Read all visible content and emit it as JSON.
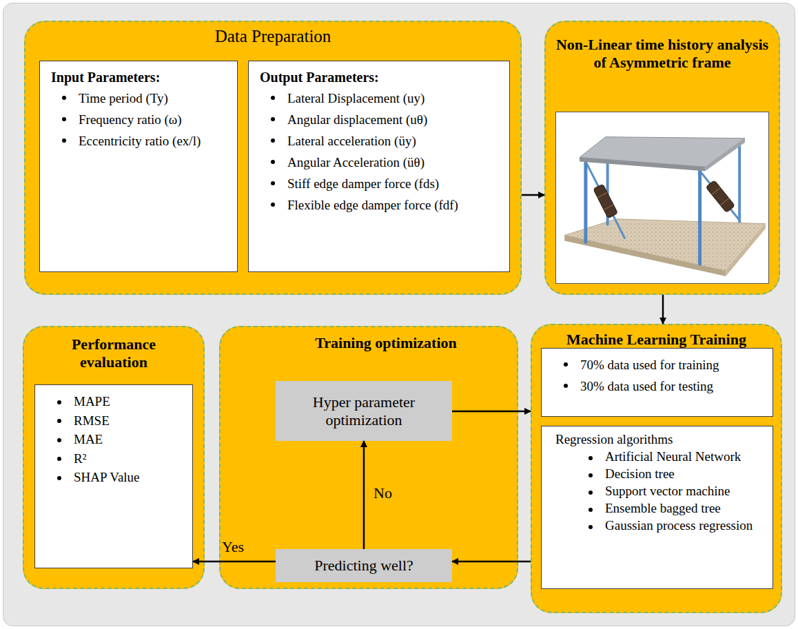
{
  "diagram": {
    "nodes": [
      {
        "text": [
          "Data Preparation"
        ]
      },
      {
        "text": [
          "Input Parameters:",
          "Time period (Ty)",
          "Frequency ratio (ω)",
          "Eccentricity ratio (ex/l)"
        ],
        "in": 0
      },
      {
        "text": [
          "Output Parameters:",
          "Lateral Displacement (uy)",
          "Angular displacement (uθ)",
          "Lateral acceleration (üy)",
          "Angular Acceleration (üθ)",
          "Stiff edge damper force (fds)",
          "Flexible edge damper force (fdf)"
        ],
        "in": 0
      },
      {
        "text": [
          "Non-Linear time history analysis of Asymmetric frame"
        ]
      },
      {
        "text": [
          "Machine Learning Training"
        ]
      },
      {
        "text": [
          "70% data used for training",
          "30% data used for testing"
        ],
        "in": 4
      },
      {
        "text": [
          "Regression algorithms",
          "Artificial Neural Network",
          "Decision tree",
          "Support vector machine",
          "Ensemble bagged tree",
          "Gaussian process regression"
        ],
        "in": 4
      },
      {
        "text": [
          "Training optimization"
        ]
      },
      {
        "text": [
          "Hyper parameter optimization"
        ],
        "in": 7
      },
      {
        "text": [
          "Predicting well?"
        ],
        "in": 7
      },
      {
        "text": [
          "Performance evaluation"
        ]
      },
      {
        "text": [
          "MAPE",
          "RMSE",
          "MAE",
          "R²",
          "SHAP Value"
        ],
        "in": 10
      }
    ],
    "edges": [
      {
        "from": 0,
        "to": 3,
        "arrow": "to"
      },
      {
        "from": 3,
        "to": 4,
        "arrow": "to"
      },
      {
        "from": 8,
        "to": 4,
        "arrow": "to"
      },
      {
        "from": 4,
        "to": 9,
        "arrow": "to"
      },
      {
        "from": 9,
        "to": 8,
        "label": "No",
        "arrow": "to"
      },
      {
        "from": 9,
        "to": 11,
        "label": "Yes",
        "arrow": "to"
      }
    ]
  }
}
